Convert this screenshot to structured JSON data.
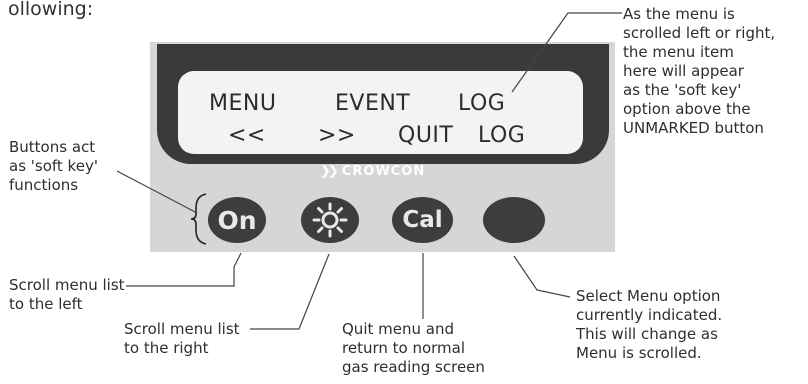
{
  "intro_text": "ollowing:",
  "display": {
    "row1": [
      "MENU",
      "EVENT",
      "LOG"
    ],
    "row2": [
      "<<",
      ">>",
      "QUIT",
      "LOG"
    ]
  },
  "brand": "CROWCON",
  "buttons": {
    "on": "On",
    "cal": "Cal"
  },
  "annotations": {
    "soft_keys": "Buttons act\nas 'soft key'\nfunctions",
    "menu_item": "As the menu is\nscrolled left or right,\nthe menu item\nhere will appear\nas the 'soft key'\noption above the\nUNMARKED button",
    "scroll_left": "Scroll menu list\nto the left",
    "scroll_right": "Scroll menu list\nto the right",
    "quit": "Quit menu and\nreturn to normal\ngas reading screen",
    "select": "Select Menu option\ncurrently indicated.\nThis will change as\nMenu is scrolled."
  },
  "colors": {
    "panel": "#d6d6d6",
    "bezel": "#3a3a3a",
    "lcd": "#f3f3f3",
    "button": "#3d3d3d",
    "button_text": "#e9e9e9"
  }
}
